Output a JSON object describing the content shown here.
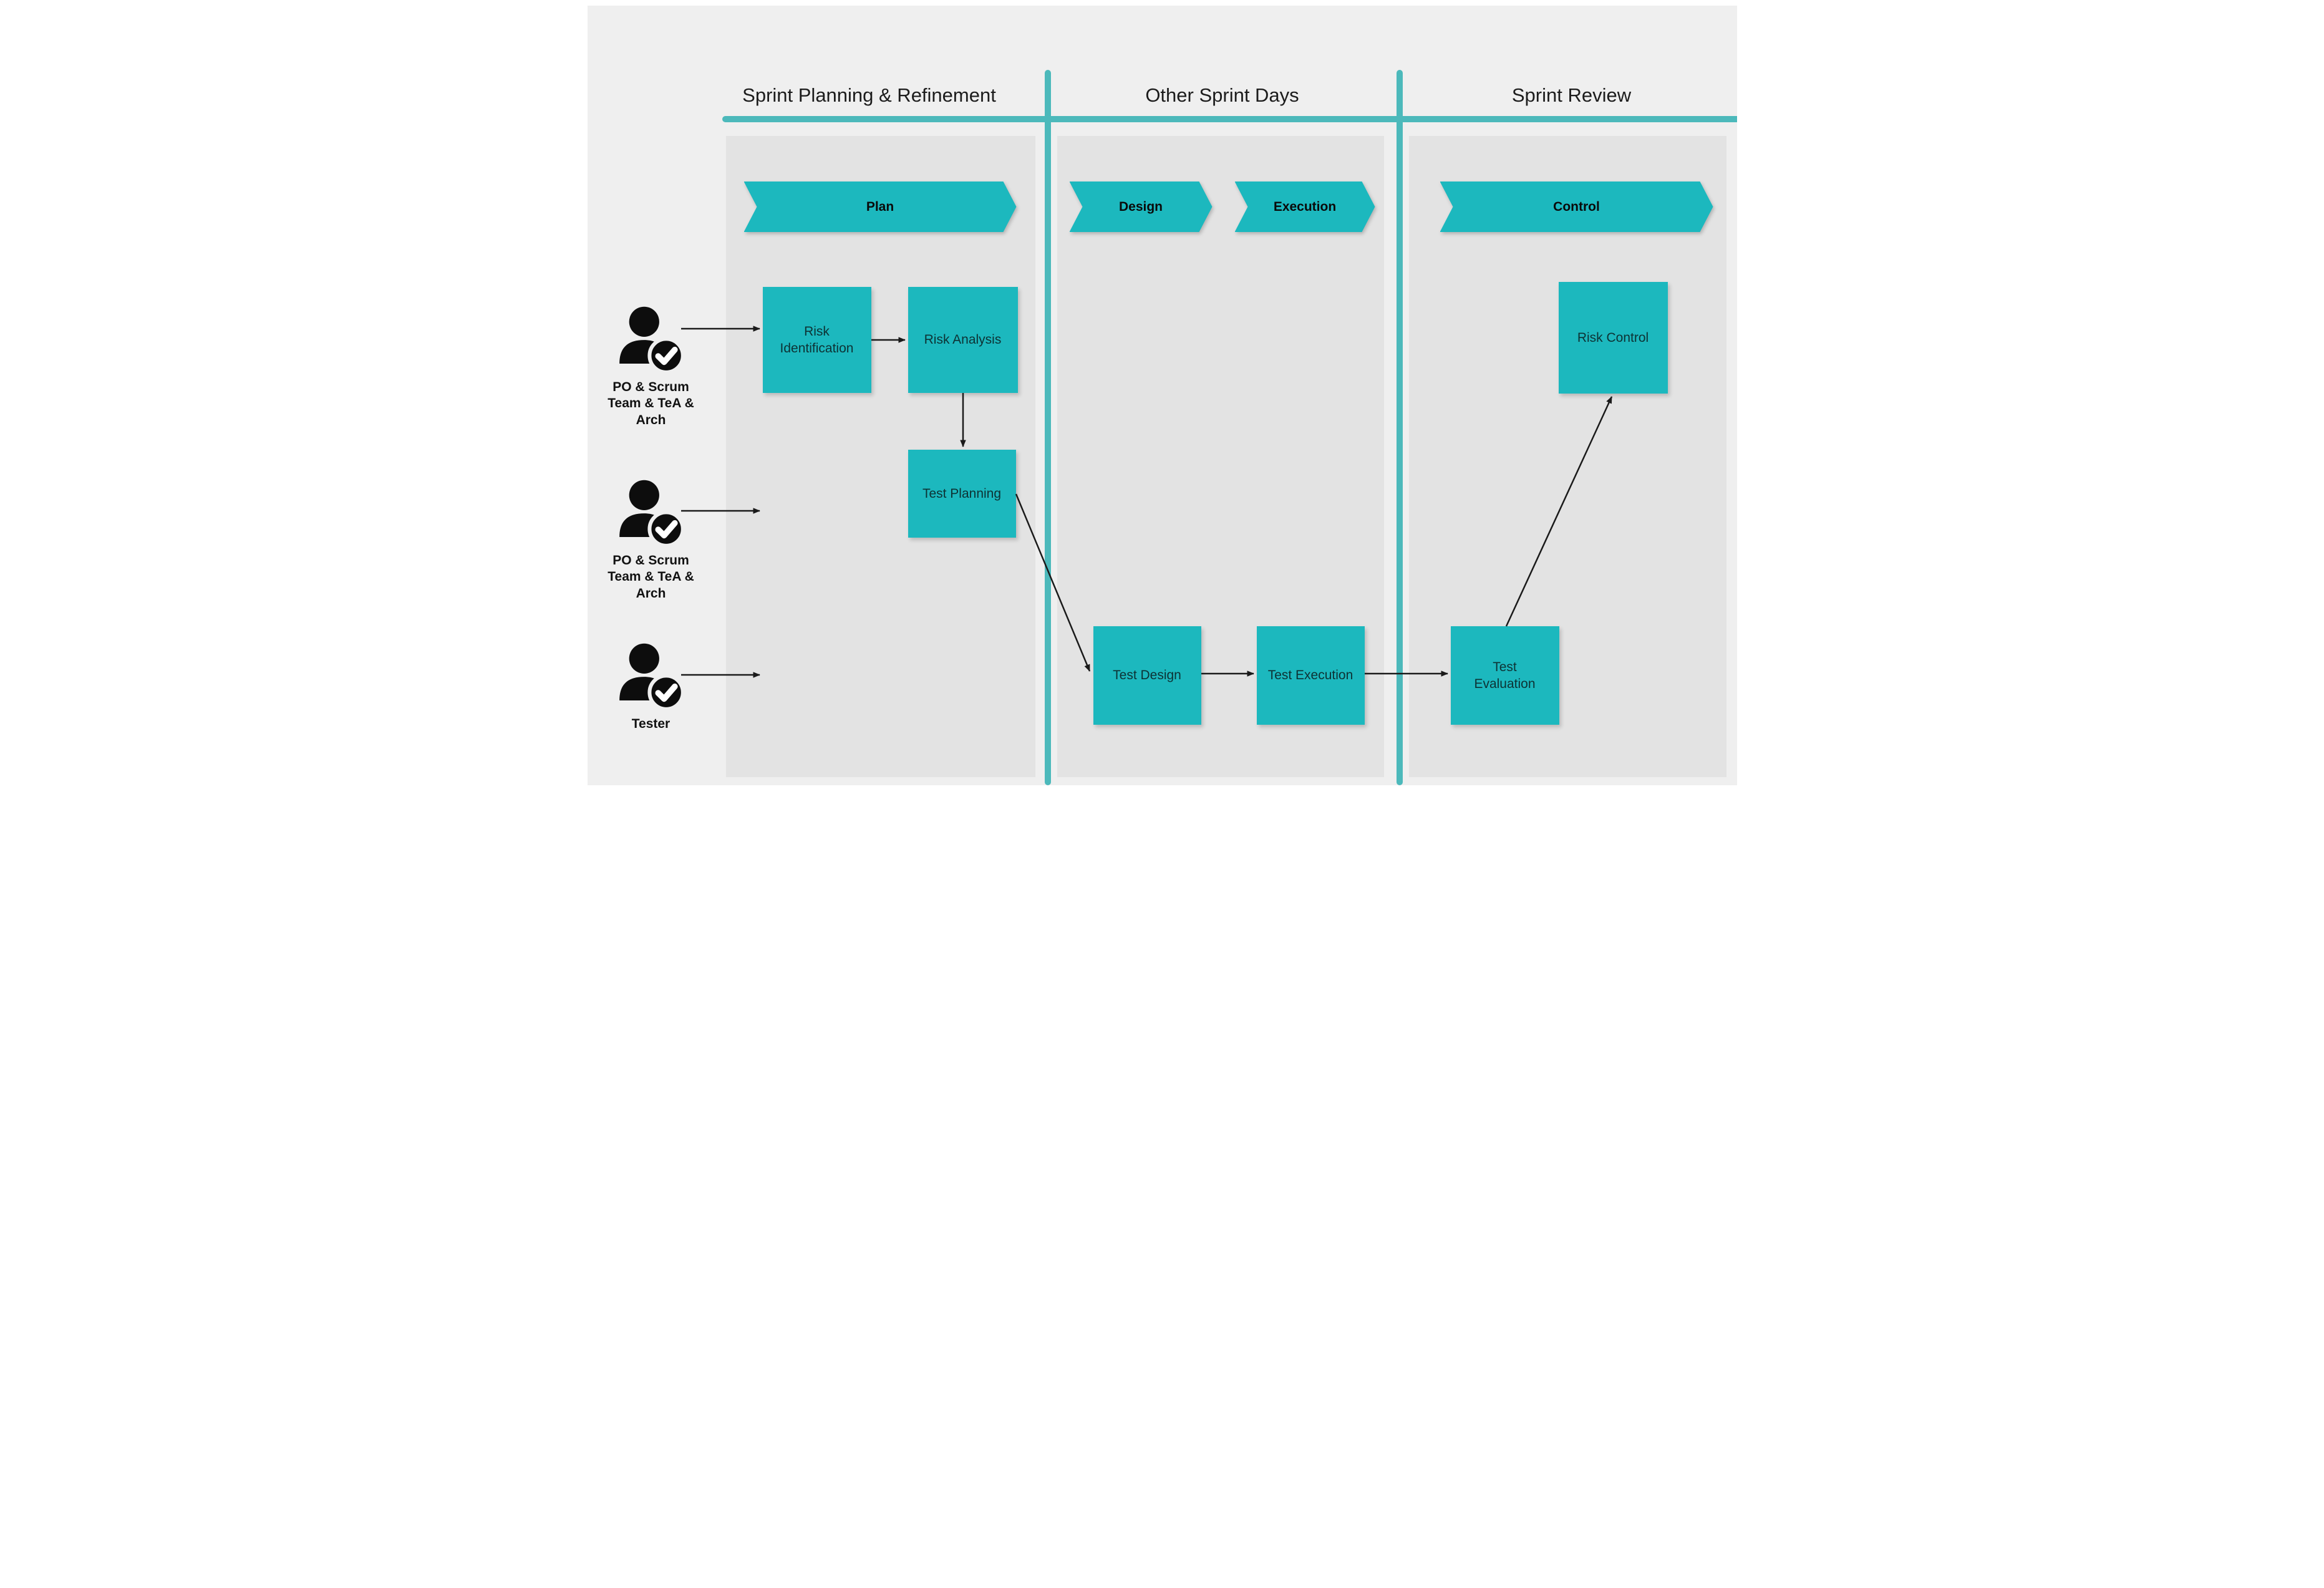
{
  "colors": {
    "accent-teal": "#1cb8be",
    "line-teal": "#4cb9bb",
    "canvas-bg": "#efefef",
    "lane-bg": "#e3e3e3",
    "node-text": "#0d3234",
    "text-dark": "#1c1c1c",
    "arrow": "#1a1a1a"
  },
  "lanes": [
    {
      "header": "Sprint Planning & Refinement",
      "phases": [
        "Plan"
      ]
    },
    {
      "header": "Other Sprint Days",
      "phases": [
        "Design",
        "Execution"
      ]
    },
    {
      "header": "Sprint Review",
      "phases": [
        "Control"
      ]
    }
  ],
  "actors": [
    {
      "label": "PO & Scrum Team & TeA & Arch"
    },
    {
      "label": "PO & Scrum Team & TeA & Arch"
    },
    {
      "label": "Tester"
    }
  ],
  "nodes": [
    {
      "label": "Risk Identification"
    },
    {
      "label": "Risk Analysis"
    },
    {
      "label": "Test Planning"
    },
    {
      "label": "Test Design"
    },
    {
      "label": "Test Execution"
    },
    {
      "label": "Test Evaluation"
    },
    {
      "label": "Risk Control"
    }
  ]
}
